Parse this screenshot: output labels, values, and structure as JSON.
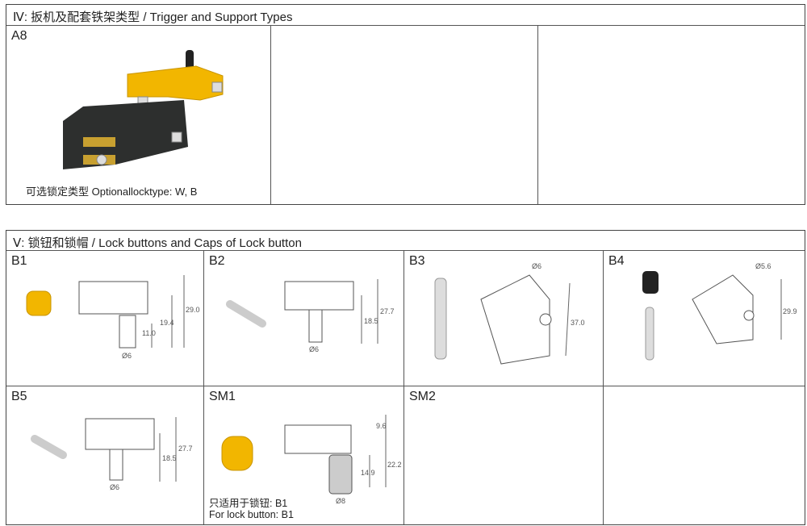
{
  "section4": {
    "title": "Ⅳ: 扳机及配套铁架类型 / Trigger and Support Types",
    "cells": [
      {
        "label": "A8",
        "caption": "可选锁定类型  Optionallocktype: W, B"
      },
      {
        "label": ""
      },
      {
        "label": ""
      }
    ]
  },
  "section5": {
    "title": "Ⅴ: 锁钮和锁帽 /  Lock buttons and   Caps of Lock button",
    "cells": [
      {
        "label": "B1",
        "dims": [
          "29.0",
          "19.4",
          "11.0",
          "Ø6"
        ]
      },
      {
        "label": "B2",
        "dims": [
          "27.7",
          "18.5",
          "Ø6"
        ]
      },
      {
        "label": "B3",
        "dims": [
          "Ø6",
          "37.0"
        ]
      },
      {
        "label": "B4",
        "dims": [
          "Ø5.6",
          "29.9"
        ]
      },
      {
        "label": "B5",
        "dims": [
          "27.7",
          "18.5",
          "Ø6"
        ]
      },
      {
        "label": "SM1",
        "dims": [
          "9.6",
          "22.2",
          "14.9",
          "Ø8"
        ],
        "caption_cn": "只适用于锁钮: B1",
        "caption_en": "For lock button: B1"
      },
      {
        "label": "SM2"
      },
      {
        "label": ""
      }
    ]
  },
  "colors": {
    "yellow": "#f2b600",
    "body": "#2d2f2e"
  }
}
